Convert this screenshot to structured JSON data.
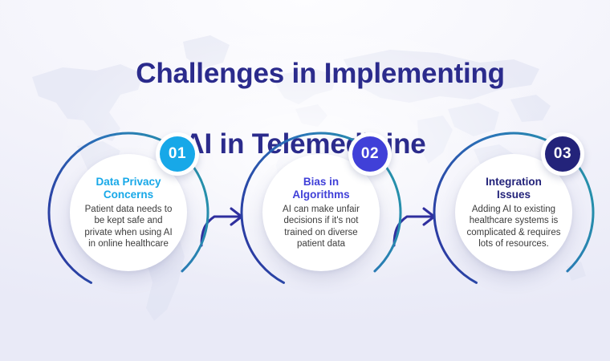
{
  "page": {
    "title_line1": "Challenges in Implementing",
    "title_line2": "AI in Telemedicine",
    "title_color": "#2b2b8c",
    "background_color": "#eef0fa"
  },
  "palette": {
    "ring_start": "#2596a8",
    "ring_end": "#2b2b9c",
    "arrow": "#2f2f9e",
    "disc": "#ffffff",
    "body_text": "#3c3c3c"
  },
  "steps": [
    {
      "number": "01",
      "heading": "Data Privacy\nConcerns",
      "body": "Patient data needs to\nbe kept safe and\nprivate when using AI\nin online healthcare",
      "accent": "#17a8e8"
    },
    {
      "number": "02",
      "heading": "Bias in\nAlgorithms",
      "body": "AI can make unfair\ndecisions if it's not\ntrained on diverse\npatient data",
      "accent": "#4040d8"
    },
    {
      "number": "03",
      "heading": "Integration\nIssues",
      "body": "Adding AI to existing\nhealthcare systems is\ncomplicated & requires\nlots of resources.",
      "accent": "#23237a"
    }
  ],
  "connectors": [
    {
      "from": "01",
      "to": "02",
      "direction": "right"
    },
    {
      "from": "02",
      "to": "03",
      "direction": "right"
    }
  ]
}
